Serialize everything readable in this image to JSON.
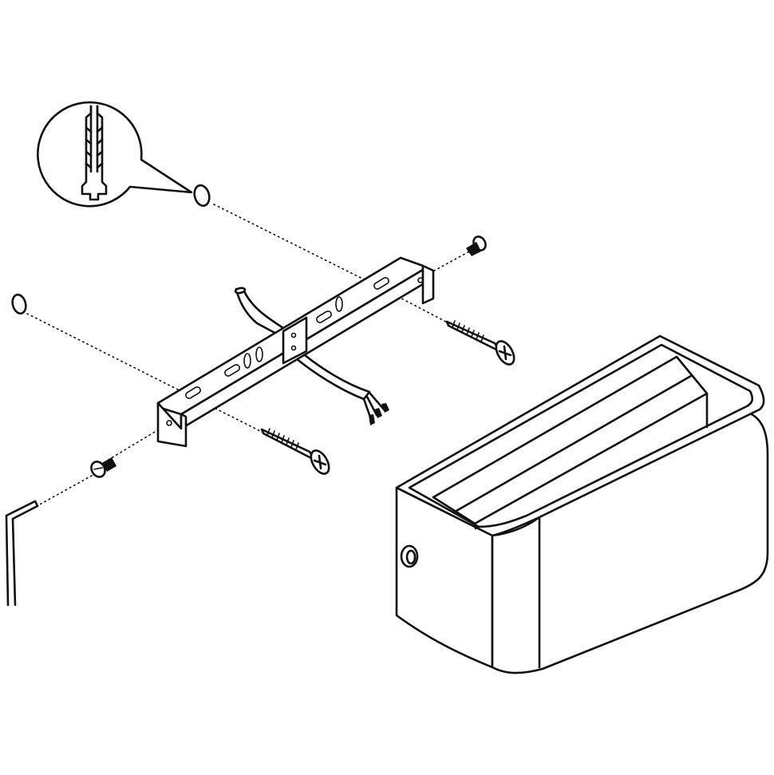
{
  "diagram": {
    "type": "exploded-assembly-drawing",
    "line_color": "#111111",
    "background": "#ffffff",
    "parts": [
      "wall-plug-detail",
      "wall-plug",
      "mounting-bracket",
      "supply-cable",
      "wood-screw",
      "set-screw",
      "allen-key",
      "luminaire-housing"
    ]
  }
}
